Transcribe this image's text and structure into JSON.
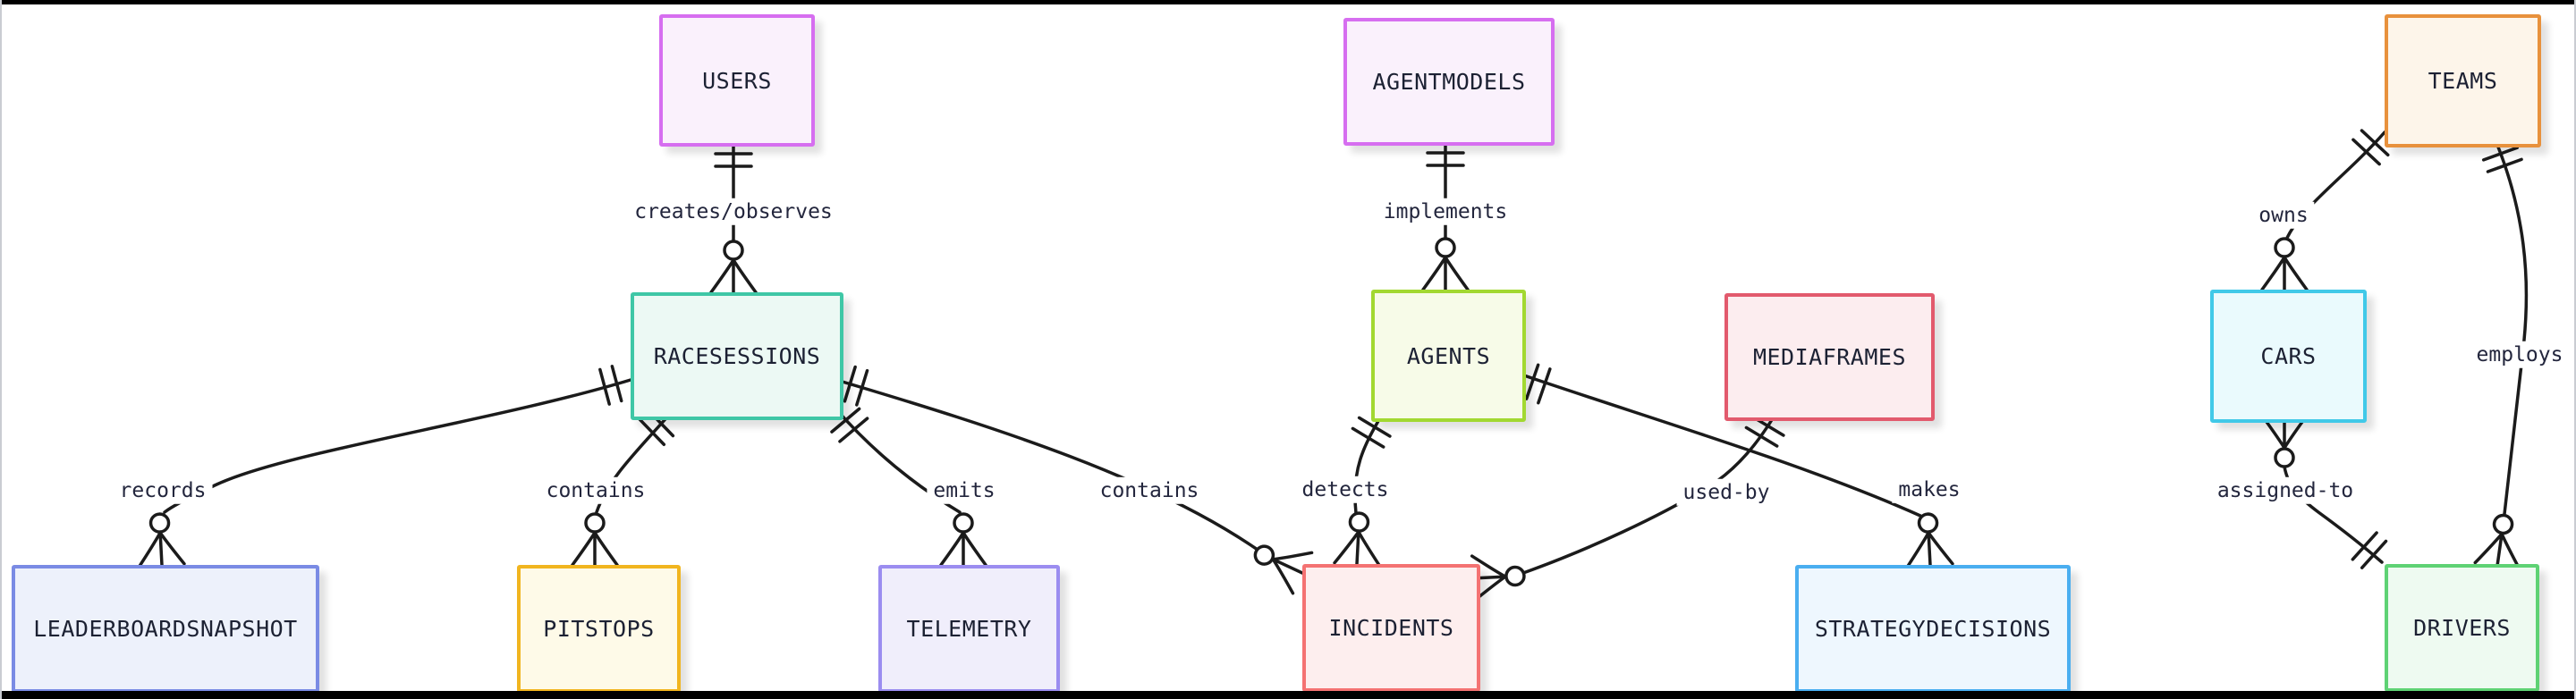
{
  "diagram": {
    "type": "er-diagram",
    "notation": "crow's-foot",
    "background": "#ffffff",
    "line_color": "#1b1b1b",
    "text_color": "#1c2133",
    "frame_color": "#000000"
  },
  "entities": [
    {
      "id": "users",
      "label": "USERS",
      "fill": "#faf1fc",
      "border": "#d66ef0"
    },
    {
      "id": "agentmodels",
      "label": "AGENTMODELS",
      "fill": "#faf1fc",
      "border": "#d66ef0"
    },
    {
      "id": "teams",
      "label": "TEAMS",
      "fill": "#fdf5ea",
      "border": "#e8913c"
    },
    {
      "id": "racesessions",
      "label": "RACESESSIONS",
      "fill": "#ecf9f4",
      "border": "#3fc7a6"
    },
    {
      "id": "agents",
      "label": "AGENTS",
      "fill": "#f7fbe8",
      "border": "#a2d831"
    },
    {
      "id": "mediaframes",
      "label": "MEDIAFRAMES",
      "fill": "#fcedef",
      "border": "#e25a6d"
    },
    {
      "id": "cars",
      "label": "CARS",
      "fill": "#eafafd",
      "border": "#41c9e8"
    },
    {
      "id": "leaderboardsnapshot",
      "label": "LEADERBOARDSNAPSHOT",
      "fill": "#edf1fb",
      "border": "#7a8be4"
    },
    {
      "id": "pitstops",
      "label": "PITSTOPS",
      "fill": "#fefae8",
      "border": "#f1b51f"
    },
    {
      "id": "telemetry",
      "label": "TELEMETRY",
      "fill": "#f0eefb",
      "border": "#9b8df0"
    },
    {
      "id": "incidents",
      "label": "INCIDENTS",
      "fill": "#fdeeee",
      "border": "#f47272"
    },
    {
      "id": "strategydecisions",
      "label": "STRATEGYDECISIONS",
      "fill": "#eef7fe",
      "border": "#4aaef0"
    },
    {
      "id": "drivers",
      "label": "DRIVERS",
      "fill": "#eefaf1",
      "border": "#5ed274"
    }
  ],
  "relationships": [
    {
      "from": "USERS",
      "to": "RACESESSIONS",
      "label": "creates/observes",
      "from_cardinality": "exactly-one",
      "to_cardinality": "zero-or-many"
    },
    {
      "from": "AGENTMODELS",
      "to": "AGENTS",
      "label": "implements",
      "from_cardinality": "exactly-one",
      "to_cardinality": "zero-or-many"
    },
    {
      "from": "TEAMS",
      "to": "CARS",
      "label": "owns",
      "from_cardinality": "exactly-one",
      "to_cardinality": "zero-or-many"
    },
    {
      "from": "TEAMS",
      "to": "DRIVERS",
      "label": "employs",
      "from_cardinality": "exactly-one",
      "to_cardinality": "zero-or-many"
    },
    {
      "from": "RACESESSIONS",
      "to": "LEADERBOARDSNAPSHOT",
      "label": "records",
      "from_cardinality": "exactly-one",
      "to_cardinality": "zero-or-many"
    },
    {
      "from": "RACESESSIONS",
      "to": "PITSTOPS",
      "label": "contains",
      "from_cardinality": "exactly-one",
      "to_cardinality": "zero-or-many"
    },
    {
      "from": "RACESESSIONS",
      "to": "TELEMETRY",
      "label": "emits",
      "from_cardinality": "exactly-one",
      "to_cardinality": "zero-or-many"
    },
    {
      "from": "RACESESSIONS",
      "to": "INCIDENTS",
      "label": "contains",
      "from_cardinality": "exactly-one",
      "to_cardinality": "zero-or-many"
    },
    {
      "from": "AGENTS",
      "to": "INCIDENTS",
      "label": "detects",
      "from_cardinality": "exactly-one",
      "to_cardinality": "zero-or-many"
    },
    {
      "from": "MEDIAFRAMES",
      "to": "INCIDENTS",
      "label": "used-by",
      "from_cardinality": "exactly-one",
      "to_cardinality": "zero-or-many"
    },
    {
      "from": "AGENTS",
      "to": "STRATEGYDECISIONS",
      "label": "makes",
      "from_cardinality": "exactly-one",
      "to_cardinality": "zero-or-many"
    },
    {
      "from": "CARS",
      "to": "DRIVERS",
      "label": "assigned-to",
      "from_cardinality": "zero-or-many",
      "to_cardinality": "exactly-one"
    }
  ]
}
